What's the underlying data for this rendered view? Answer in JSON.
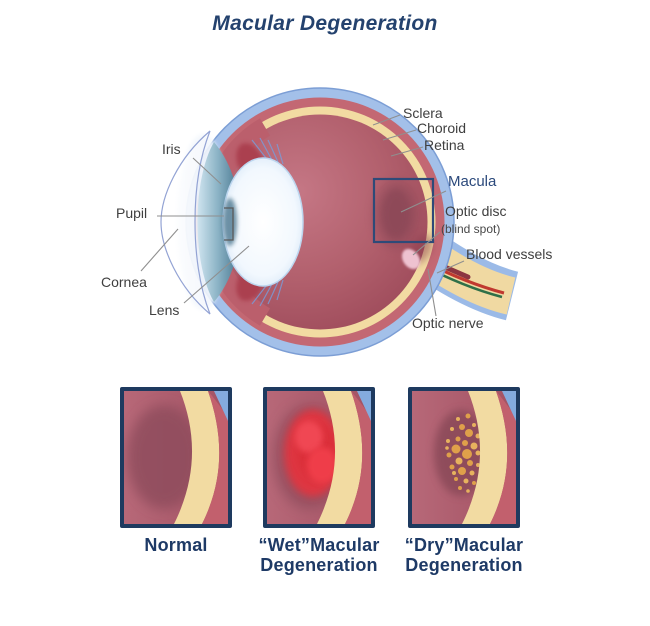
{
  "title": "Macular Degeneration",
  "colors": {
    "accent_navy": "#24426e",
    "label_gray": "#3f3f3f",
    "panel_border_navy": "#1e3a5f",
    "sclera_blue": "#a3c0e9",
    "choroid_red": "#c36873",
    "retina_cream": "#f2dba2",
    "vitreous_rose": "#ad5a68",
    "optic_disc_pink": "#eec2d0",
    "wet_blood_red": "#e23440",
    "drusen_yellow": "#dfa04a"
  },
  "eye_labels": {
    "iris": "Iris",
    "pupil": "Pupil",
    "cornea": "Cornea",
    "lens": "Lens",
    "sclera": "Sclera",
    "choroid": "Choroid",
    "retina": "Retina",
    "macula": "Macula",
    "optic_disc": "Optic disc",
    "blind_spot": "(blind spot)",
    "blood_vessels": "Blood vessels",
    "optic_nerve": "Optic nerve"
  },
  "panels": [
    {
      "id": "normal",
      "label_lines": [
        "Normal"
      ]
    },
    {
      "id": "wet",
      "label_lines": [
        "“Wet”Macular",
        "Degeneration"
      ]
    },
    {
      "id": "dry",
      "label_lines": [
        "“Dry”Macular",
        "Degeneration"
      ]
    }
  ]
}
